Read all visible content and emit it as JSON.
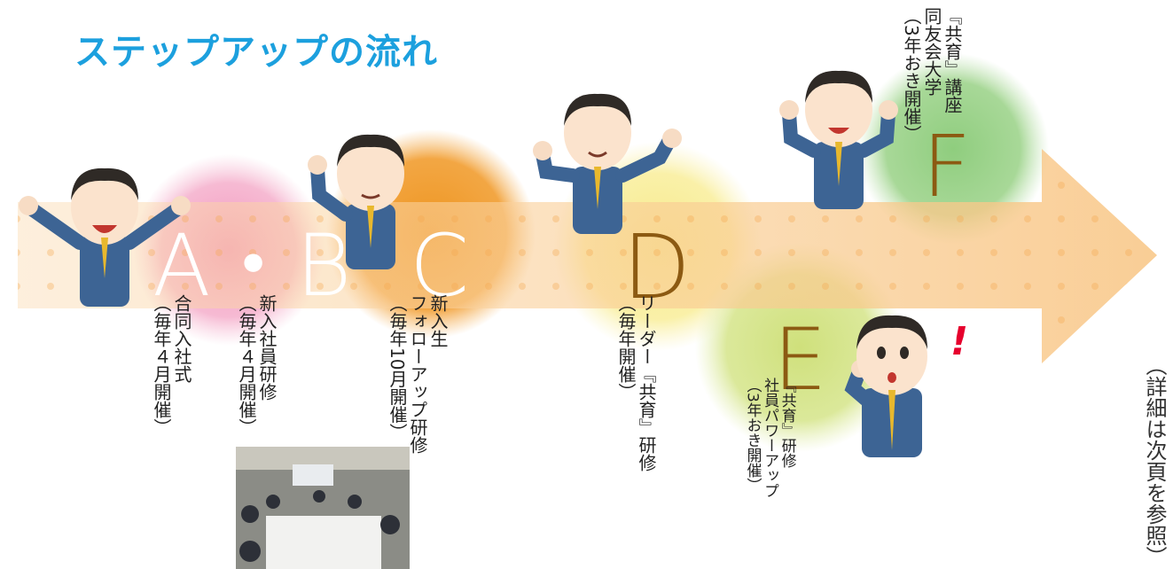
{
  "title": "ステップアップの流れ",
  "steps": [
    {
      "letter": "A・B",
      "lines": [
        "合同入社式",
        "（毎年４月開催）"
      ]
    },
    {
      "letter": "",
      "lines": [
        "新入社員研修",
        "（毎年４月開催）"
      ]
    },
    {
      "letter": "C",
      "lines": [
        "新入生",
        "フォローアップ研修",
        "（毎年10月開催）"
      ]
    },
    {
      "letter": "D",
      "lines": [
        "リーダー『共育』研修",
        "（毎年開催）"
      ]
    },
    {
      "letter": "E",
      "lines": [
        "『共育』研修",
        "社員パワーアップ",
        "（3年おき開催）"
      ]
    },
    {
      "letter": "F",
      "lines": [
        "『共育』講座",
        "同友会大学",
        "（3年おき開催）"
      ]
    }
  ],
  "exclamation": "!",
  "note": "（詳細は次頁を参照）",
  "colors": {
    "title": "#1ca0de",
    "arrow": "#f9c98a",
    "circle_ab": "#f3a9c8",
    "circle_c": "#f0a33a",
    "circle_d": "#f8ee9a",
    "circle_e": "#d5e58a",
    "circle_f": "#9cd38b",
    "letter_brown": "#8c5a12",
    "exclaim": "#e6002d"
  },
  "icons": [
    "businessman-figure",
    "seminar-photo"
  ]
}
